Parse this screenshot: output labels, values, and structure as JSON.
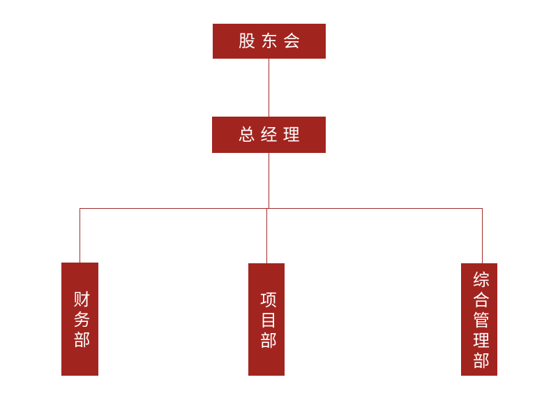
{
  "org_chart": {
    "title": "organization-structure-chart",
    "colors": {
      "node_fill": "#A2241F",
      "connector": "#9E2B28",
      "node_text": "#FFFFFF",
      "background": "#FFFFFF"
    },
    "root": {
      "label": "股东会"
    },
    "manager": {
      "label": "总经理"
    },
    "departments": [
      {
        "label": "财务部",
        "orientation": "vertical"
      },
      {
        "label": "项目部",
        "orientation": "vertical"
      },
      {
        "label": "综合管理部",
        "orientation": "vertical"
      }
    ]
  }
}
